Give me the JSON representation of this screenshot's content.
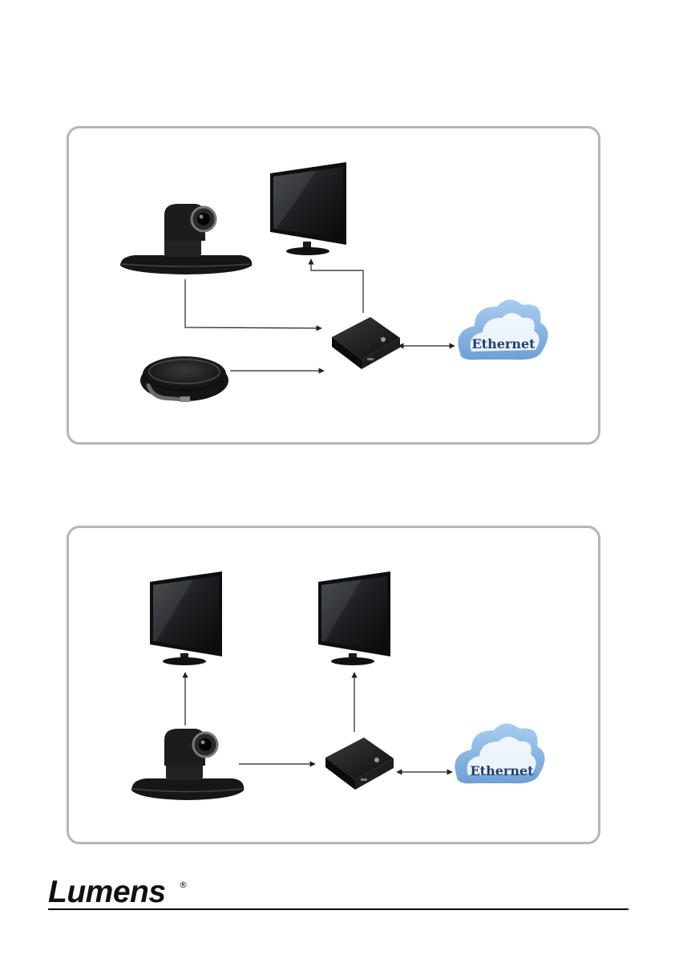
{
  "diagram_1": {
    "cloud_label": "Ethernet",
    "components": [
      "camera",
      "monitor",
      "speakerphone",
      "mini-pc",
      "ethernet-cloud"
    ]
  },
  "diagram_2": {
    "cloud_label": "Ethernet",
    "components": [
      "camera",
      "monitor-left",
      "monitor-right",
      "mini-pc",
      "ethernet-cloud"
    ]
  },
  "footer": {
    "logo_text": "Lumens",
    "registered_mark": "®"
  },
  "colors": {
    "panel_border": "#b5b5b5",
    "cloud_fill": "#8fb8e2",
    "cloud_inner": "#ffffff",
    "cloud_text": "#1c3f72",
    "device_dark": "#151515"
  }
}
